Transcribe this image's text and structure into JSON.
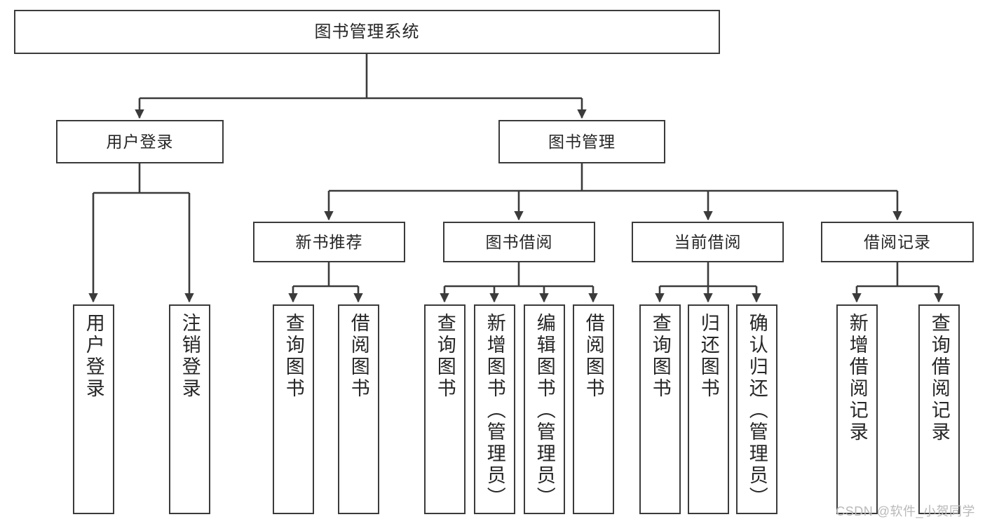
{
  "diagram": {
    "type": "tree",
    "title": "图书管理系统",
    "stroke_color": "#3b3b3b",
    "text_color": "#262626",
    "background": "#ffffff"
  },
  "nodes": {
    "root": {
      "label": "图书管理系统"
    },
    "level1": [
      {
        "label": "用户登录"
      },
      {
        "label": "图书管理"
      }
    ],
    "level2": [
      {
        "label": "新书推荐"
      },
      {
        "label": "图书借阅"
      },
      {
        "label": "当前借阅"
      },
      {
        "label": "借阅记录"
      }
    ],
    "leaves_user_login": [
      {
        "label": "用户登录"
      },
      {
        "label": "注销登录"
      }
    ],
    "leaves_new_book": [
      {
        "label": "查询图书"
      },
      {
        "label": "借阅图书"
      }
    ],
    "leaves_borrow": [
      {
        "label": "查询图书"
      },
      {
        "label": "新增图书（管理员）"
      },
      {
        "label": "编辑图书（管理员）"
      },
      {
        "label": "借阅图书"
      }
    ],
    "leaves_current": [
      {
        "label": "查询图书"
      },
      {
        "label": "归还图书"
      },
      {
        "label": "确认归还（管理员）"
      }
    ],
    "leaves_records": [
      {
        "label": "新增借阅记录"
      },
      {
        "label": "查询借阅记录"
      }
    ]
  },
  "watermark": {
    "text": "CSDN @软件_小贺同学"
  }
}
